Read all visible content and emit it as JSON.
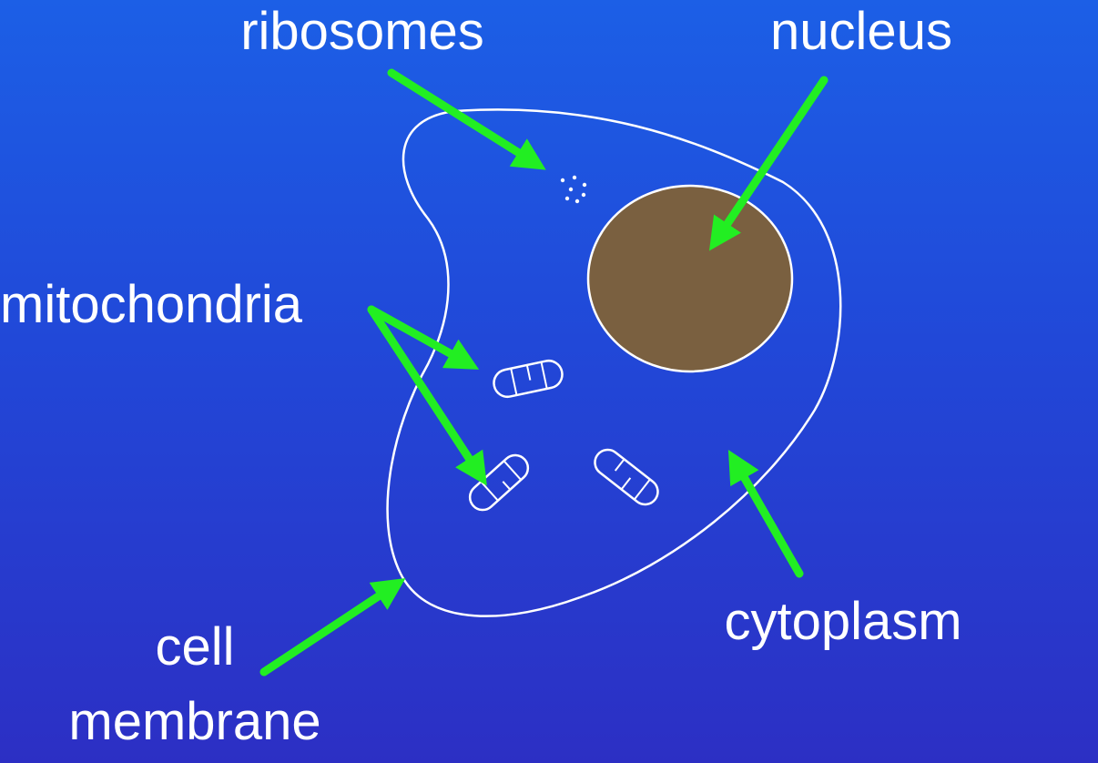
{
  "labels": {
    "ribosomes": "ribosomes",
    "nucleus": "nucleus",
    "mitochondria": "mitochondria",
    "cytoplasm": "cytoplasm",
    "cell_line1": "cell",
    "cell_line2": "membrane"
  },
  "colors": {
    "arrow": "#22ee22",
    "outline": "#ffffff",
    "nucleus_fill": "#7a6040",
    "background_top": "#1c5fe6",
    "background_bottom": "#2c2fc4"
  }
}
